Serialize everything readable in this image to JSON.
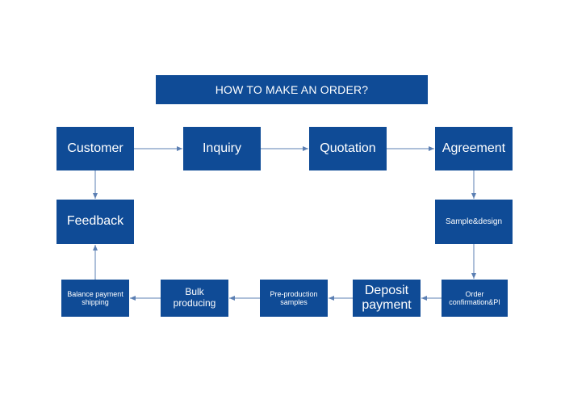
{
  "title": "HOW TO MAKE AN ORDER?",
  "colors": {
    "box_fill": "#0f4b96",
    "arrow": "#5b7fb3",
    "text": "#ffffff"
  },
  "steps": {
    "customer": "Customer",
    "inquiry": "Inquiry",
    "quotation": "Quotation",
    "agreement": "Agreement",
    "sample_design": "Sample&design",
    "order_confirmation": "Order confirmation&PI",
    "deposit_payment": "Deposit payment",
    "pre_production": "Pre-production samples",
    "bulk_producing": "Bulk producing",
    "balance_payment": "Balance payment shipping",
    "feedback": "Feedback"
  }
}
